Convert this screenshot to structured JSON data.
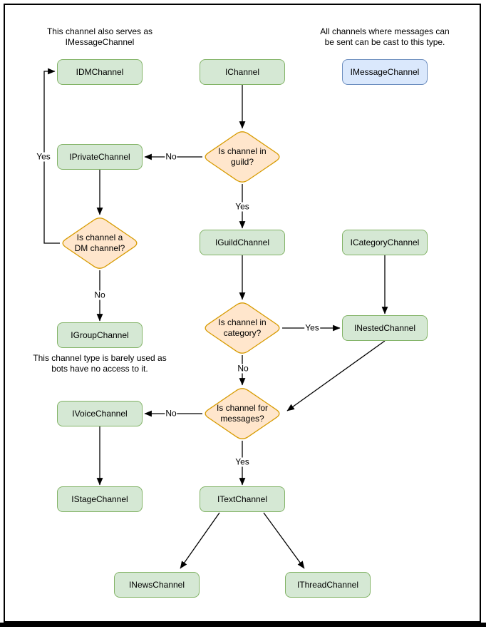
{
  "colors": {
    "node_fill": "#d5e8d4",
    "node_border": "#82b366",
    "decision_fill": "#ffe6cc",
    "decision_border": "#d79b00",
    "highlight_fill": "#dae8fc",
    "highlight_border": "#6c8ebf",
    "line": "#000000",
    "text": "#000000"
  },
  "notes": {
    "serves_as": "This channel also serves as\nIMessageChannel",
    "cast_type": "All channels where messages can\nbe sent can be cast to this type.",
    "barely_used": "This channel type is barely used as\nbots have no access to it."
  },
  "nodes": {
    "idm": {
      "label": "IDMChannel"
    },
    "channel": {
      "label": "IChannel"
    },
    "message": {
      "label": "IMessageChannel"
    },
    "private": {
      "label": "IPrivateChannel"
    },
    "guild": {
      "label": "IGuildChannel"
    },
    "category": {
      "label": "ICategoryChannel"
    },
    "group": {
      "label": "IGroupChannel"
    },
    "nested": {
      "label": "INestedChannel"
    },
    "voice": {
      "label": "IVoiceChannel"
    },
    "stage": {
      "label": "IStageChannel"
    },
    "text": {
      "label": "ITextChannel"
    },
    "news": {
      "label": "INewsChannel"
    },
    "thread": {
      "label": "IThreadChannel"
    }
  },
  "decisions": {
    "in_guild": {
      "label": "Is channel in\nguild?"
    },
    "is_dm": {
      "label": "Is channel a\nDM channel?"
    },
    "in_category": {
      "label": "Is channel in\ncategory?"
    },
    "for_messages": {
      "label": "Is channel for\nmessages?"
    }
  },
  "edge_labels": {
    "dm_yes": "Yes",
    "guild_no": "No",
    "guild_yes": "Yes",
    "dm_no": "No",
    "category_yes": "Yes",
    "category_no": "No",
    "messages_no": "No",
    "messages_yes": "Yes"
  }
}
